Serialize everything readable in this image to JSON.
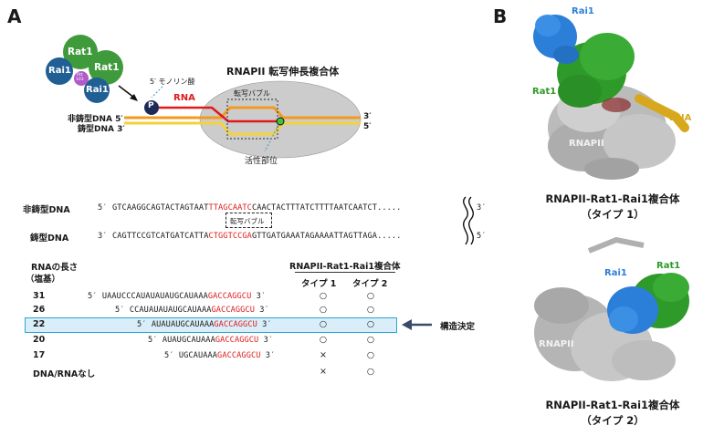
{
  "panel_a": {
    "letter": "A",
    "complex_title": "RNAPII 転写伸長複合体",
    "rat1_top": "Rat1",
    "rat1_right": "Rat1",
    "rai1_left": "Rai1",
    "rai1_bottom": "Rai1",
    "rtt103": "Rtt\n103",
    "phosphate_label": "5′ モノリン酸",
    "phosphate_symbol": "P",
    "rna_label": "RNA",
    "bubble_label": "転写バブル",
    "nontemplate_label": "非鋳型DNA 5′",
    "template_label": "鋳型DNA 3′",
    "end_3": "3′",
    "end_5": "5′",
    "active_site_label": "活性部位",
    "seq": {
      "nontemplate_name": "非鋳型DNA",
      "template_name": "鋳型DNA",
      "nt_5": "5′",
      "nt_3": "3′",
      "t_3": "3′",
      "t_5": "5′",
      "nt_pre": "GTCAAGGCAGTACTAGTAAT",
      "nt_red": "TTAGCAATC",
      "nt_post": "CAACTACTTTATCTTTTAATCAATCT.....",
      "t_pre": "CAGTTCCGTCATGATCATTA",
      "t_red": "CTGGTCCGA",
      "t_post": "GTTGATGAAATAGAAAATTAGTTAGA.....",
      "bubble_label": "転写バブル"
    },
    "table": {
      "length_header_1": "RNAの長さ",
      "length_header_2": "（塩基）",
      "complex_header": "RNAPII-Rat1-Rai1複合体",
      "type1_header": "タイプ 1",
      "type2_header": "タイプ 2",
      "structure_label": "構造決定",
      "rows": [
        {
          "len": "31",
          "p5": "5′",
          "pre": "UAAUCCCAUAUAUAUGCAUAAA",
          "red": "GACCAGGCU",
          "p3": "3′",
          "t1": "○",
          "t2": "○"
        },
        {
          "len": "26",
          "p5": "5′",
          "pre": "CCAUAUAUAUGCAUAAA",
          "red": "GACCAGGCU",
          "p3": "3′",
          "t1": "○",
          "t2": "○"
        },
        {
          "len": "22",
          "p5": "5′",
          "pre": "AUAUAUGCAUAAA",
          "red": "GACCAGGCU",
          "p3": "3′",
          "t1": "○",
          "t2": "○"
        },
        {
          "len": "20",
          "p5": "5′",
          "pre": "AUAUGCAUAAA",
          "red": "GACCAGGCU",
          "p3": "3′",
          "t1": "○",
          "t2": "○"
        },
        {
          "len": "17",
          "p5": "5′",
          "pre": "UGCAUAAA",
          "red": "GACCAGGCU",
          "p3": "3′",
          "t1": "×",
          "t2": "○"
        },
        {
          "len": "DNA/RNAなし",
          "p5": "",
          "pre": "",
          "red": "",
          "p3": "",
          "t1": "×",
          "t2": "○"
        }
      ]
    }
  },
  "panel_b": {
    "letter": "B",
    "top": {
      "rai1": "Rai1",
      "rat1": "Rat1",
      "dna": "DNA",
      "rnapii": "RNAPII",
      "caption_1": "RNAPII-Rat1-Rai1複合体",
      "caption_2": "（タイプ 1）"
    },
    "bottom": {
      "rai1": "Rai1",
      "rat1": "Rat1",
      "rnapii": "RNAPII",
      "caption_1": "RNAPII-Rat1-Rai1複合体",
      "caption_2": "（タイプ 2）"
    }
  },
  "colors": {
    "rat1_green": "#3f9a3c",
    "rai1_blue": "#1f5f94",
    "rtt103_purple": "#b05ac8",
    "rna_red": "#e01a1a",
    "nontemplate_orange": "#f29a1f",
    "template_yellow": "#f5d23a",
    "highlight_blue": "#2aa6d6",
    "structure_blue": "#2b7fd8",
    "structure_green": "#2e9a2a",
    "rnapii_gray": "#b8b8b8"
  }
}
